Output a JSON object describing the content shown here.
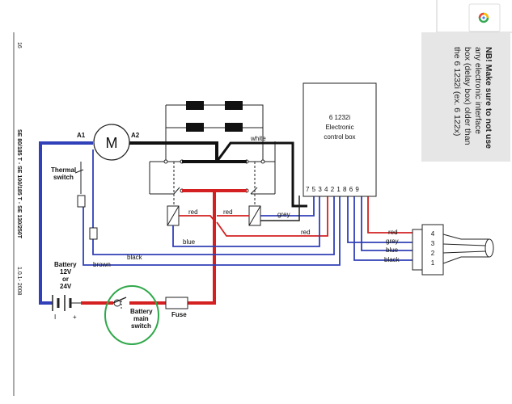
{
  "page": {
    "page_number": "16",
    "title": "SE 80/185 T - SE 100/185 T - SE 130/250T",
    "revision": "1.0.1- 2008"
  },
  "note": {
    "lines": [
      "NB! Make sure to not use",
      "any electronic interface",
      "box (delay box) older than",
      "the 6 1232i (ex. 6 122x)"
    ]
  },
  "motor": {
    "symbol": "M",
    "terminal_a1": "A1",
    "terminal_a2": "A2"
  },
  "control_box": {
    "model": "6 1232i",
    "name_line1": "Electronic",
    "name_line2": "control box",
    "pins": "7 5 3 4 2 1 8 6 9"
  },
  "components": {
    "thermal_switch_line1": "Thermal",
    "thermal_switch_line2": "switch",
    "battery_line1": "Battery",
    "battery_line2": "12V",
    "battery_line3": "or",
    "battery_line4": "24V",
    "battery_minus": "I",
    "battery_plus": "+",
    "main_switch_line1": "Battery",
    "main_switch_line2": "main",
    "main_switch_line3": "switch",
    "fuse": "Fuse"
  },
  "wire_labels": {
    "white": "white",
    "red_1": "red",
    "red_2": "red",
    "red_3": "red",
    "grey": "grey",
    "blue": "blue",
    "black": "black",
    "brown": "brown"
  },
  "connector": {
    "pins": [
      "4",
      "3",
      "2",
      "1"
    ],
    "wire_labels": [
      "red",
      "grey",
      "blue",
      "black"
    ]
  },
  "colors": {
    "red": "#d42020",
    "blue": "#3040b8",
    "black": "#111111",
    "green_circle": "#2fa84a",
    "note_bg": "#e6e6e6"
  },
  "icons": {
    "badge": "google-lens-icon"
  }
}
